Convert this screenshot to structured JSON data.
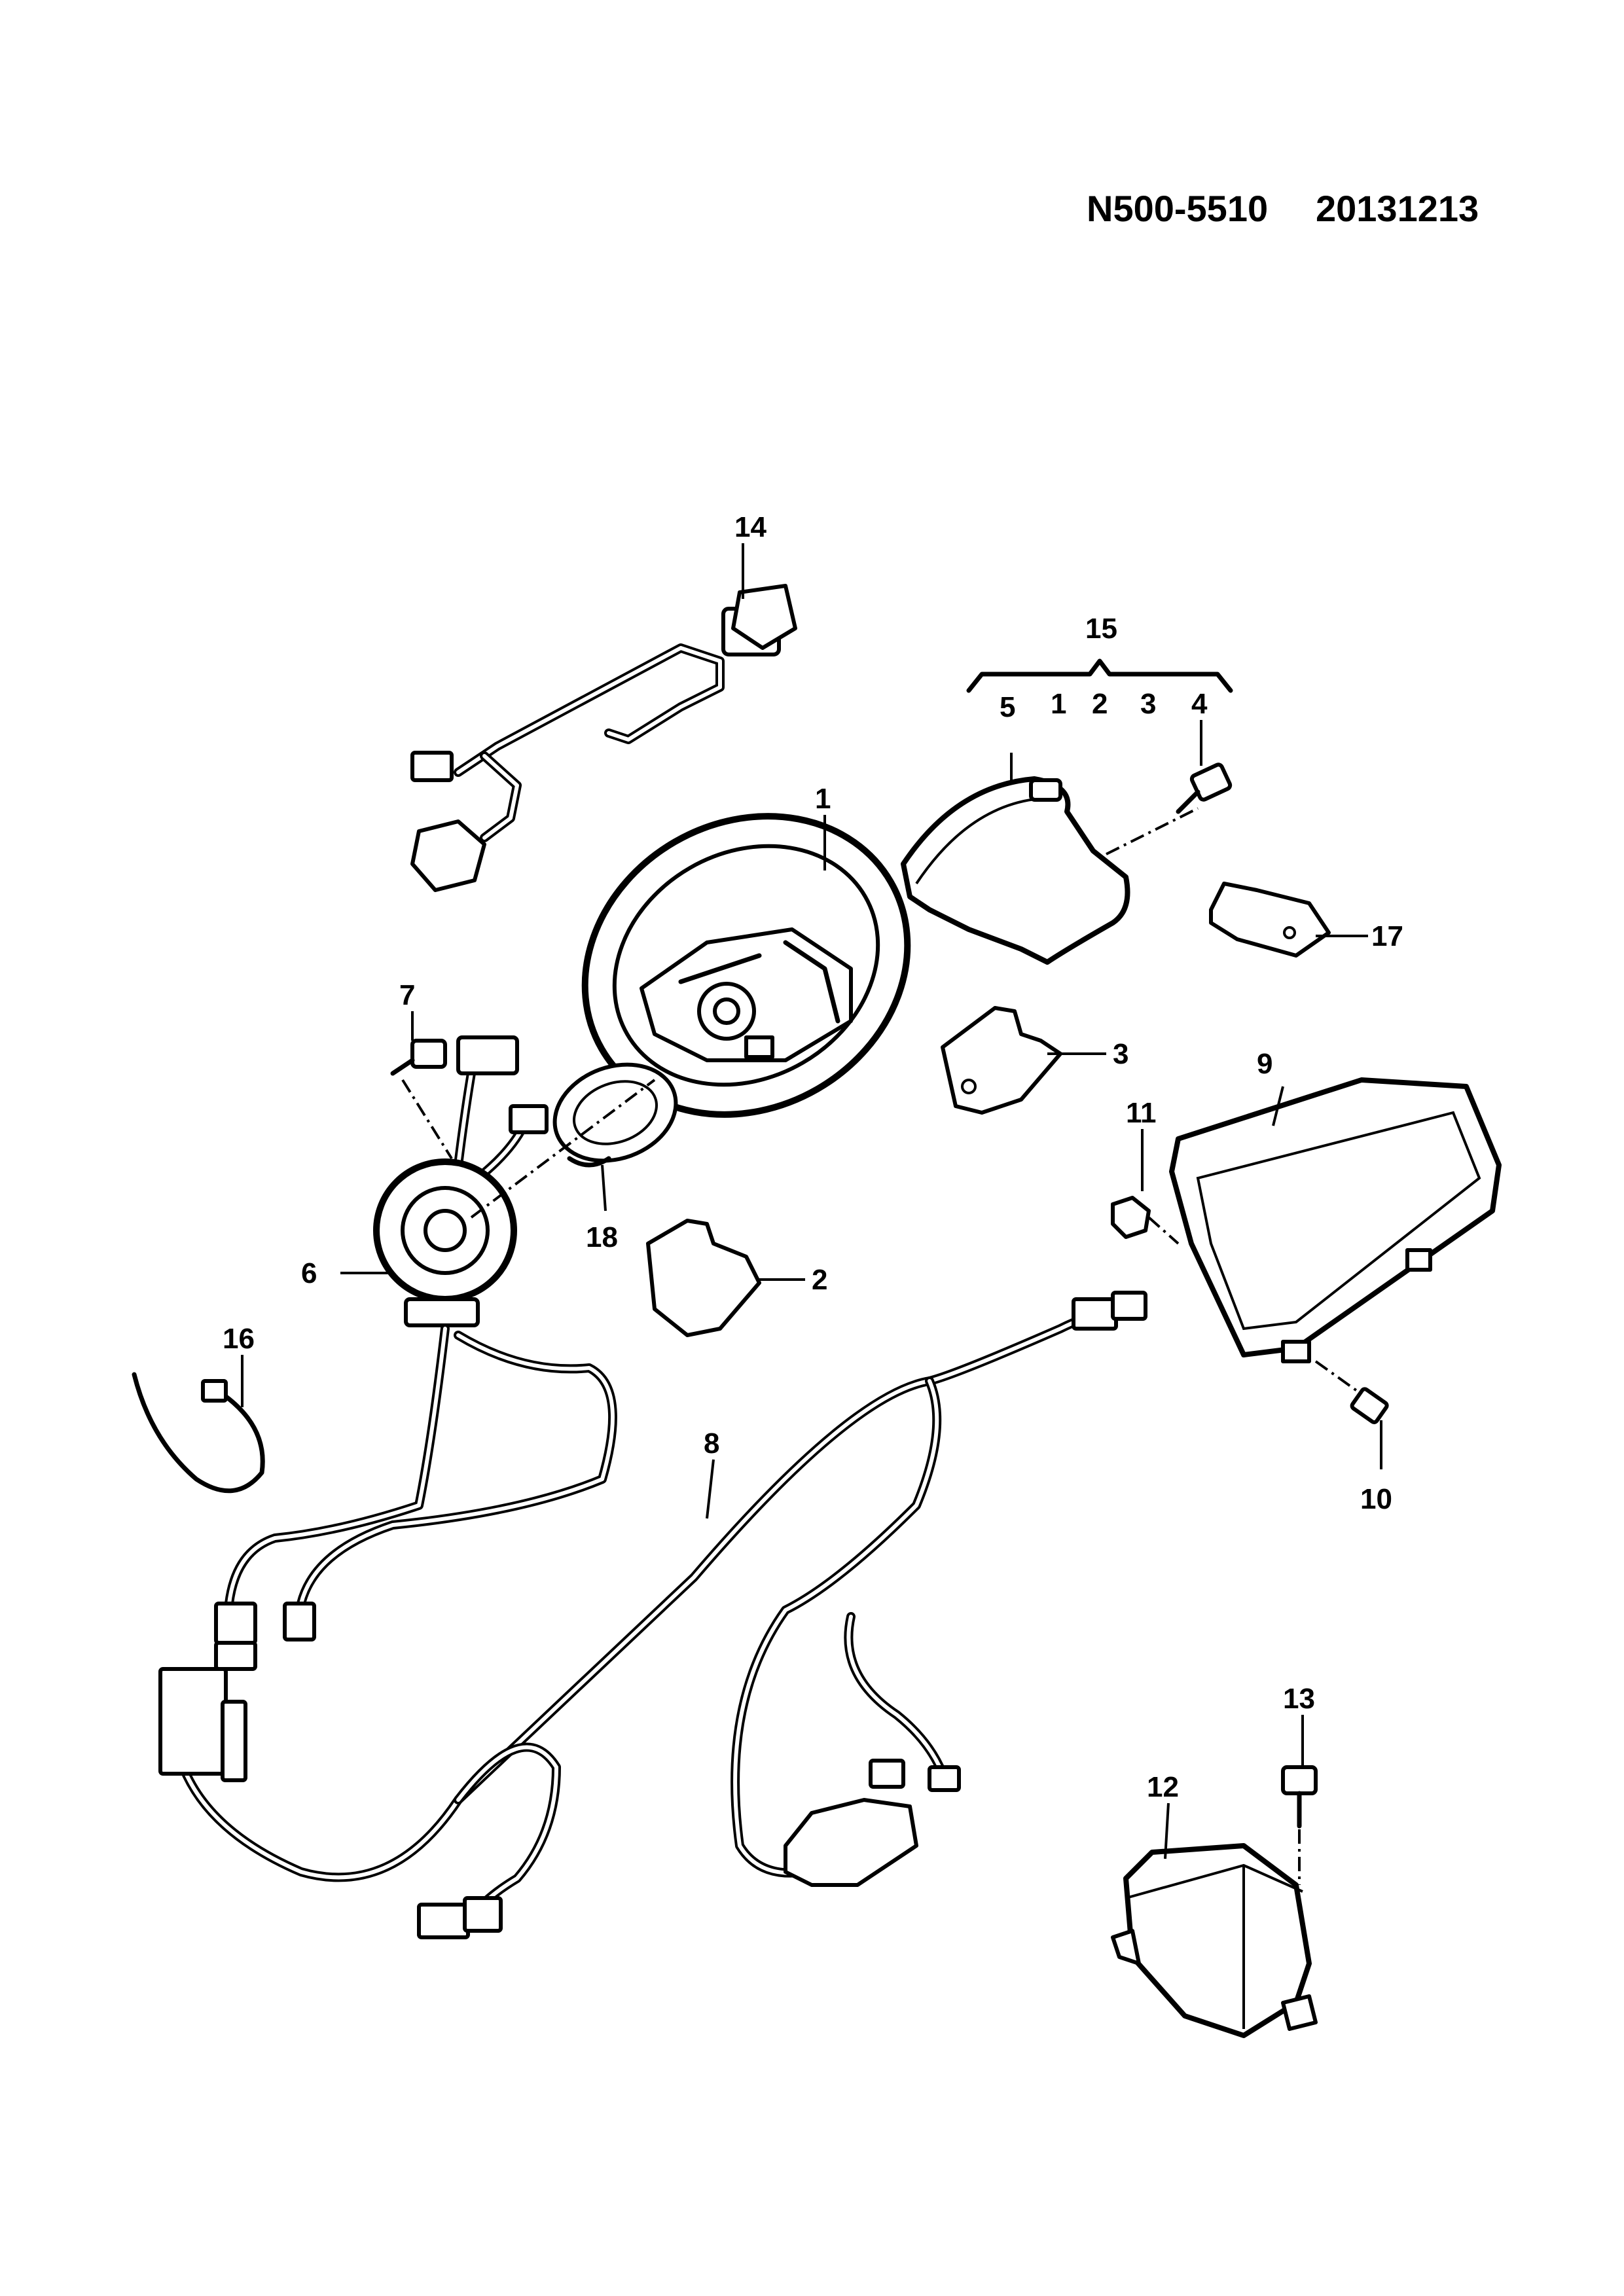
{
  "header": {
    "code": "N500-5510",
    "date": "20131213"
  },
  "callouts": {
    "p1": "1",
    "p2": "2",
    "p3": "3",
    "p4": "4",
    "p5": "5",
    "p6": "6",
    "p7": "7",
    "p8": "8",
    "p9": "9",
    "p10": "10",
    "p11": "11",
    "p12": "12",
    "p13": "13",
    "p14": "14",
    "p15": "15",
    "p16": "16",
    "p17": "17",
    "p18": "18",
    "kit_1": "1",
    "kit_2": "2",
    "kit_3": "3"
  }
}
